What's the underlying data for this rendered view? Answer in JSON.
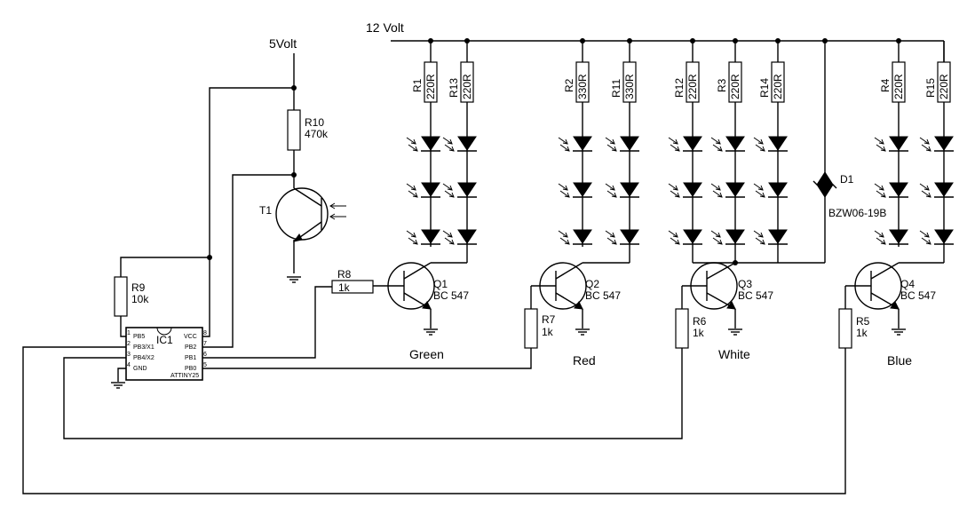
{
  "rails": {
    "v12": "12 Volt",
    "v5": "5Volt"
  },
  "resistors": {
    "R1": {
      "name": "R1",
      "value": "220R"
    },
    "R13": {
      "name": "R13",
      "value": "220R"
    },
    "R2": {
      "name": "R2",
      "value": "330R"
    },
    "R11": {
      "name": "R11",
      "value": "330R"
    },
    "R12": {
      "name": "R12",
      "value": "220R"
    },
    "R3": {
      "name": "R3",
      "value": "220R"
    },
    "R14": {
      "name": "R14",
      "value": "220R"
    },
    "R4": {
      "name": "R4",
      "value": "220R"
    },
    "R15": {
      "name": "R15",
      "value": "220R"
    },
    "R10": {
      "name": "R10",
      "value": "470k"
    },
    "R9": {
      "name": "R9",
      "value": "10k"
    },
    "R8": {
      "name": "R8",
      "value": "1k"
    },
    "R7": {
      "name": "R7",
      "value": "1k"
    },
    "R6": {
      "name": "R6",
      "value": "1k"
    },
    "R5": {
      "name": "R5",
      "value": "1k"
    }
  },
  "transistors": {
    "Q1": {
      "name": "Q1",
      "type": "BC 547"
    },
    "Q2": {
      "name": "Q2",
      "type": "BC 547"
    },
    "Q3": {
      "name": "Q3",
      "type": "BC 547"
    },
    "Q4": {
      "name": "Q4",
      "type": "BC 547"
    },
    "T1": {
      "name": "T1"
    }
  },
  "diode": {
    "name": "D1",
    "type": "BZW06-19B"
  },
  "ic": {
    "name": "IC1",
    "part": "ATTINY25",
    "pins_left": [
      "PB5",
      "PB3/X1",
      "PB4/X2",
      "GND"
    ],
    "pins_right": [
      "VCC",
      "PB2",
      "PB1",
      "PB0"
    ],
    "pin_nums_left": [
      "1",
      "2",
      "3",
      "4"
    ],
    "pin_nums_right": [
      "8",
      "7",
      "6",
      "5"
    ]
  },
  "channels": {
    "green": "Green",
    "red": "Red",
    "white": "White",
    "blue": "Blue"
  }
}
